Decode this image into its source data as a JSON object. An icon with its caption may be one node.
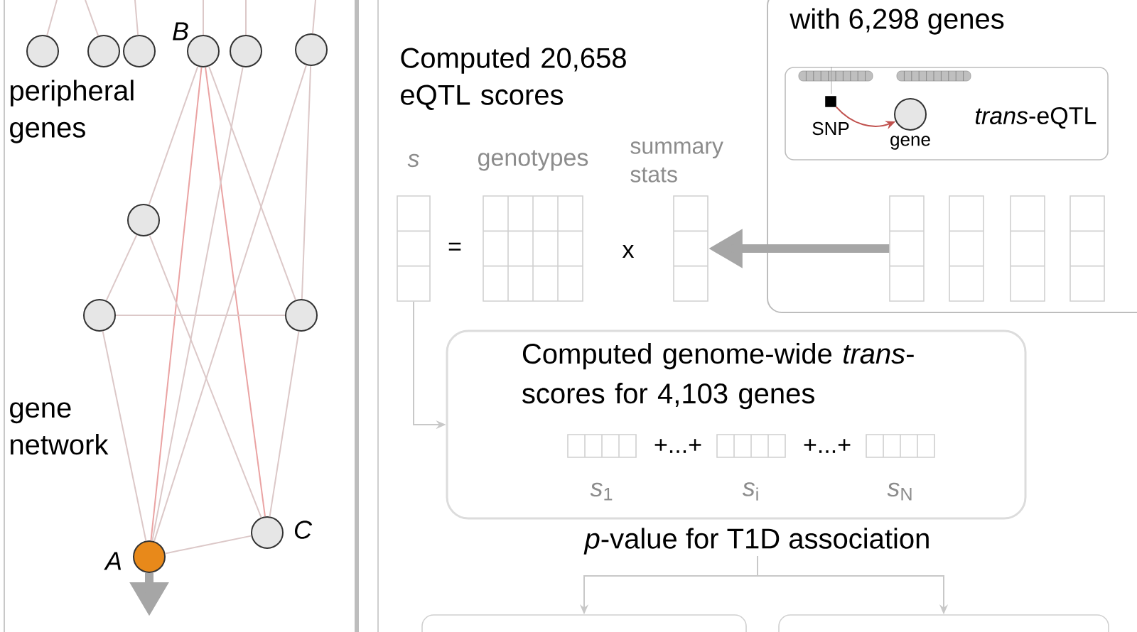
{
  "diagram": {
    "nodes": [
      {
        "text": [],
        "shape": "circle"
      },
      {
        "text": [],
        "shape": "circle"
      },
      {
        "text": [],
        "shape": "circle"
      },
      {
        "text": [],
        "shape": "circle",
        "beside": [
          "B"
        ]
      },
      {
        "text": [],
        "shape": "circle"
      },
      {
        "text": [],
        "shape": "circle"
      },
      {
        "text": [],
        "shape": "circle"
      },
      {
        "text": [],
        "shape": "circle"
      },
      {
        "text": [],
        "shape": "circle"
      },
      {
        "text": [],
        "shape": "circle",
        "beside": [
          "C"
        ]
      },
      {
        "text": [],
        "shape": "circle",
        "beside": [
          "A"
        ]
      },
      {
        "text": [
          "with 6,298 genes"
        ]
      },
      {
        "text": [
          "*trans*-eQTL"
        ],
        "in": 11
      },
      {
        "text": [],
        "shape": "box",
        "in": 12,
        "beside": [
          "SNP"
        ]
      },
      {
        "text": [],
        "shape": "circle",
        "in": 12,
        "beside": [
          "gene"
        ]
      },
      {
        "text": [],
        "shape": "box",
        "in": 11
      },
      {
        "text": [],
        "shape": "box",
        "in": 11
      },
      {
        "text": [],
        "shape": "box",
        "in": 11
      },
      {
        "text": [],
        "shape": "box",
        "in": 11
      },
      {
        "text": [],
        "shape": "box",
        "beside": [
          "s"
        ]
      },
      {
        "text": [],
        "shape": "box",
        "beside": [
          "genotypes"
        ]
      },
      {
        "text": [],
        "shape": "box",
        "beside": [
          "summary stats"
        ]
      },
      {
        "text": [
          "Computed genome-wide *trans*-scores for 4,103 genes"
        ]
      },
      {
        "text": [],
        "shape": "box",
        "in": 22,
        "beside": [
          "*s*$_{1}$"
        ]
      },
      {
        "text": [],
        "shape": "box",
        "in": 22,
        "beside": [
          "*s*$_{i}$"
        ]
      },
      {
        "text": [],
        "shape": "box",
        "in": 22,
        "beside": [
          "*s*$_{N}$"
        ]
      },
      {
        "text": [
          "*p*-value for T1D association"
        ]
      },
      {
        "text": [],
        "shape": "box"
      },
      {
        "text": [],
        "shape": "box"
      }
    ],
    "edges": [
      {
        "from": 3,
        "to": 10,
        "arrow": "none",
        "color": "#eaa3a3"
      },
      {
        "from": 3,
        "to": 9,
        "arrow": "none",
        "color": "#eaa3a3"
      },
      {
        "from": 3,
        "to": 6,
        "arrow": "none"
      },
      {
        "from": 3,
        "to": 8,
        "arrow": "none"
      },
      {
        "from": 4,
        "to": 10,
        "arrow": "none"
      },
      {
        "from": 5,
        "to": 10,
        "arrow": "none"
      },
      {
        "from": 5,
        "to": 8,
        "arrow": "none"
      },
      {
        "from": 6,
        "to": 7,
        "arrow": "none"
      },
      {
        "from": 6,
        "to": 9,
        "arrow": "none"
      },
      {
        "from": 7,
        "to": 8,
        "arrow": "none"
      },
      {
        "from": 7,
        "to": 10,
        "arrow": "none"
      },
      {
        "from": 8,
        "to": 9,
        "arrow": "none"
      },
      {
        "from": 9,
        "to": 10,
        "arrow": "none"
      },
      {
        "from": null,
        "to": 0,
        "arrow": "none"
      },
      {
        "from": null,
        "to": 1,
        "arrow": "none"
      },
      {
        "from": null,
        "to": 2,
        "arrow": "none"
      },
      {
        "from": null,
        "to": 3,
        "arrow": "none"
      },
      {
        "from": null,
        "to": 4,
        "arrow": "none"
      },
      {
        "from": null,
        "to": 5,
        "arrow": "none"
      },
      {
        "from": 10,
        "to": null,
        "arrow": "to",
        "style": "thick",
        "color": "#a6a6a6"
      },
      {
        "from": 13,
        "to": 14,
        "arrow": "to",
        "color": "#c0504d"
      },
      {
        "from": 15,
        "to": 21,
        "arrow": "to",
        "style": "thick",
        "color": "#a6a6a6"
      },
      {
        "from": 19,
        "to": 22,
        "arrow": "to",
        "color": "#c8c8c8"
      },
      {
        "from": 26,
        "to": 27,
        "arrow": "to",
        "color": "#c8c8c8"
      },
      {
        "from": 26,
        "to": 28,
        "arrow": "to",
        "color": "#c8c8c8"
      }
    ],
    "labels": [
      "peripheral genes",
      "gene network",
      "Computed 20,658 eQTL scores",
      "=",
      "x",
      "+...+",
      "+...+"
    ]
  }
}
